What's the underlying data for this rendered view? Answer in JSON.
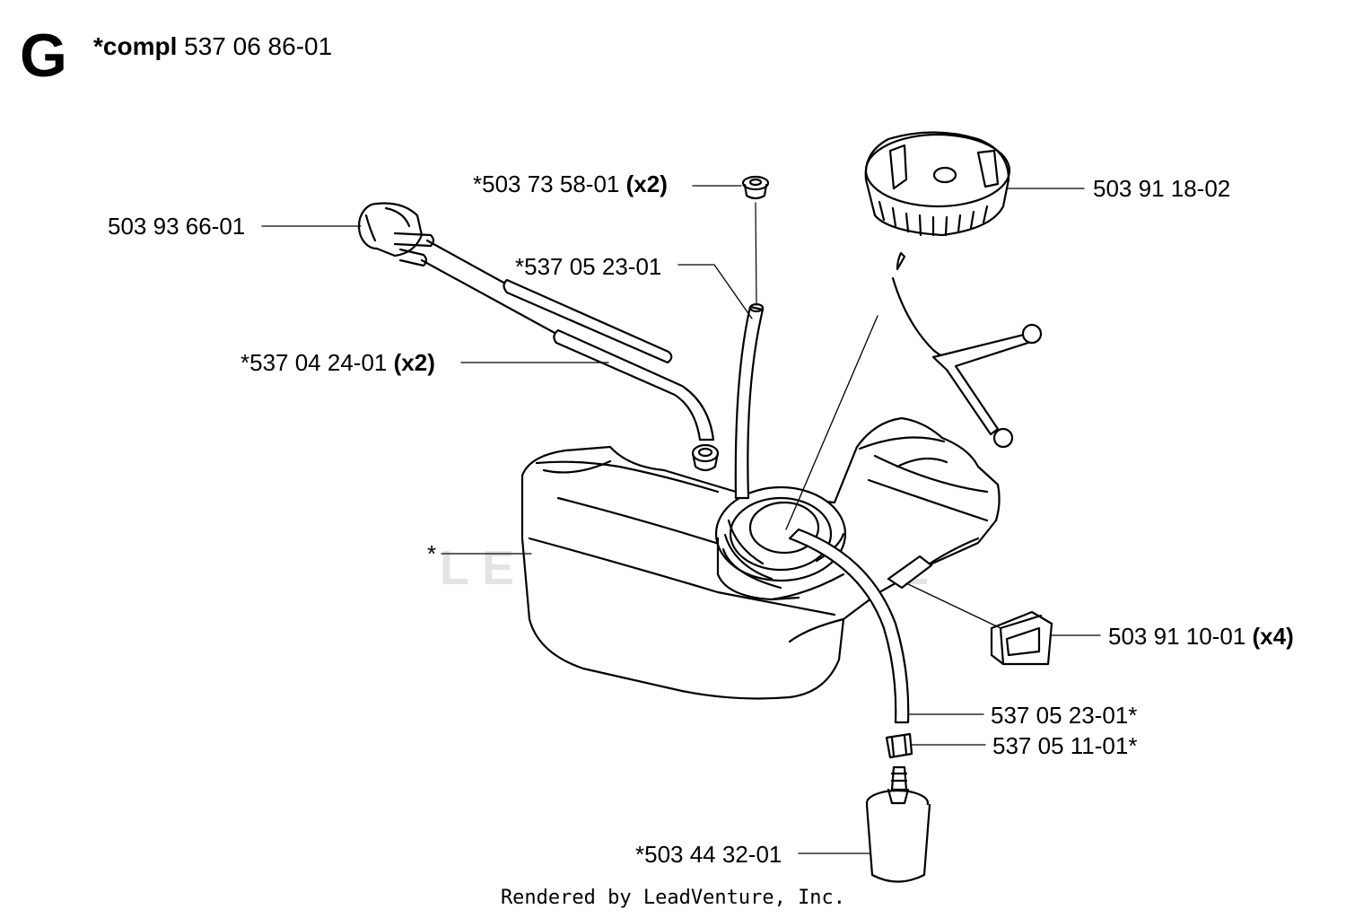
{
  "header": {
    "section_letter": "G",
    "title_bold": "*compl",
    "title_number": "537 06 86-01"
  },
  "watermark": "LEADVENTURE",
  "footer": "Rendered by LeadVenture, Inc.",
  "callouts": [
    {
      "id": "pickup",
      "text": "503 93 66-01",
      "qty": ""
    },
    {
      "id": "plug",
      "text": "*503 73 58-01",
      "qty": "(x2)"
    },
    {
      "id": "hose-upper",
      "text": "*537 05 23-01",
      "qty": ""
    },
    {
      "id": "tubes",
      "text": "*537 04 24-01",
      "qty": "(x2)"
    },
    {
      "id": "cap",
      "text": "503 91 18-02",
      "qty": ""
    },
    {
      "id": "tank",
      "text": "*",
      "qty": ""
    },
    {
      "id": "damper",
      "text": "503 91 10-01",
      "qty": "(x4)"
    },
    {
      "id": "hose-lower",
      "text": "537 05 23-01*",
      "qty": ""
    },
    {
      "id": "clamp",
      "text": "537 05 11-01*",
      "qty": ""
    },
    {
      "id": "filter",
      "text": "*503 44 32-01",
      "qty": ""
    }
  ]
}
